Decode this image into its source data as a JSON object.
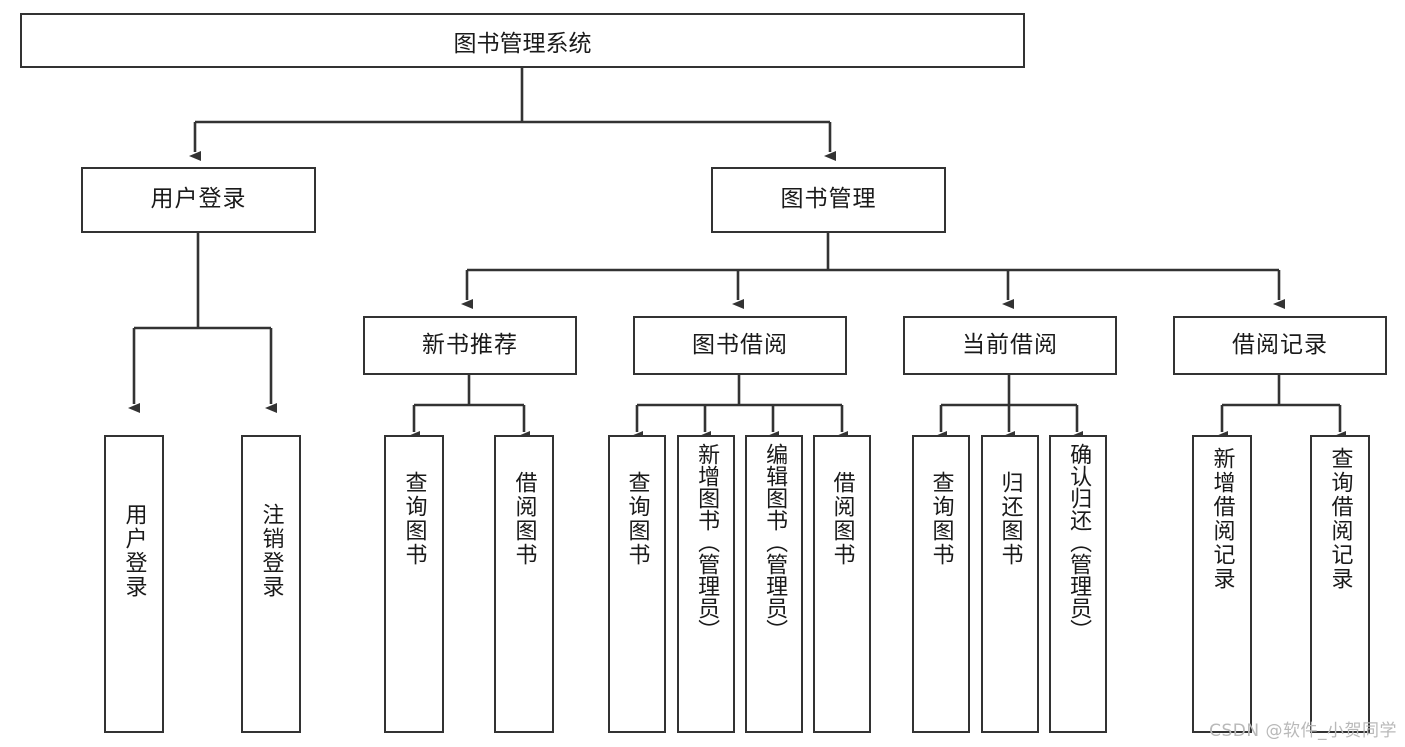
{
  "diagram": {
    "title": "图书管理系统",
    "type": "tree-hierarchy",
    "root": {
      "label": "图书管理系统"
    },
    "level1": [
      {
        "label": "用户登录"
      },
      {
        "label": "图书管理"
      }
    ],
    "level2": [
      {
        "label": "新书推荐"
      },
      {
        "label": "图书借阅"
      },
      {
        "label": "当前借阅"
      },
      {
        "label": "借阅记录"
      }
    ],
    "leaves": {
      "user_login": [
        {
          "label": "用户登录"
        },
        {
          "label": "注销登录"
        }
      ],
      "new_book_recommend": [
        {
          "label": "查询图书"
        },
        {
          "label": "借阅图书"
        }
      ],
      "book_borrow": [
        {
          "label": "查询图书"
        },
        {
          "label": "新增图书（管理员）"
        },
        {
          "label": "编辑图书（管理员）"
        },
        {
          "label": "借阅图书"
        }
      ],
      "current_borrow": [
        {
          "label": "查询图书"
        },
        {
          "label": "归还图书"
        },
        {
          "label": "确认归还（管理员）"
        }
      ],
      "borrow_records": [
        {
          "label": "新增借阅记录"
        },
        {
          "label": "查询借阅记录"
        }
      ]
    }
  },
  "watermark": {
    "text": "CSDN @软件_小贺同学"
  },
  "colors": {
    "border": "#333333",
    "background": "#ffffff",
    "text": "#1a1a1a",
    "watermark": "#b9b9b9"
  }
}
